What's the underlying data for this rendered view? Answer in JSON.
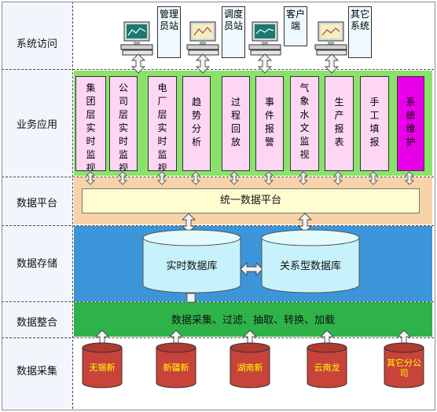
{
  "layers": [
    "系统访问",
    "业务应用",
    "数据平台",
    "数据存储",
    "数据整合",
    "数据采集"
  ],
  "clients": [
    "管理员站",
    "调度员站",
    "客户端",
    "其它系统"
  ],
  "apps": [
    "集团层实时监视",
    "公司层实时监视",
    "电厂层实时监视",
    "趋势分析",
    "过程回放",
    "事件报警",
    "气象水文监视",
    "生产报表",
    "手工填报",
    "系统维护"
  ],
  "platform": "统一数据平台",
  "storage": {
    "realtime": "实时数据库",
    "relational": "关系型数据库"
  },
  "integration": "数据采集、过滤、抽取、转换、加载",
  "sources": [
    "无锡新",
    "新疆新",
    "湖南新",
    "云南龙",
    "其它分公司"
  ],
  "colors": {
    "app_box": "#fdd6f4",
    "app_highlight": "#e800e8",
    "app_band": "#8ae26a",
    "platform_band": "#f8d3a8",
    "storage_band": "#3c95d8",
    "integration_band": "#2db34a",
    "source": "#c8433a"
  }
}
